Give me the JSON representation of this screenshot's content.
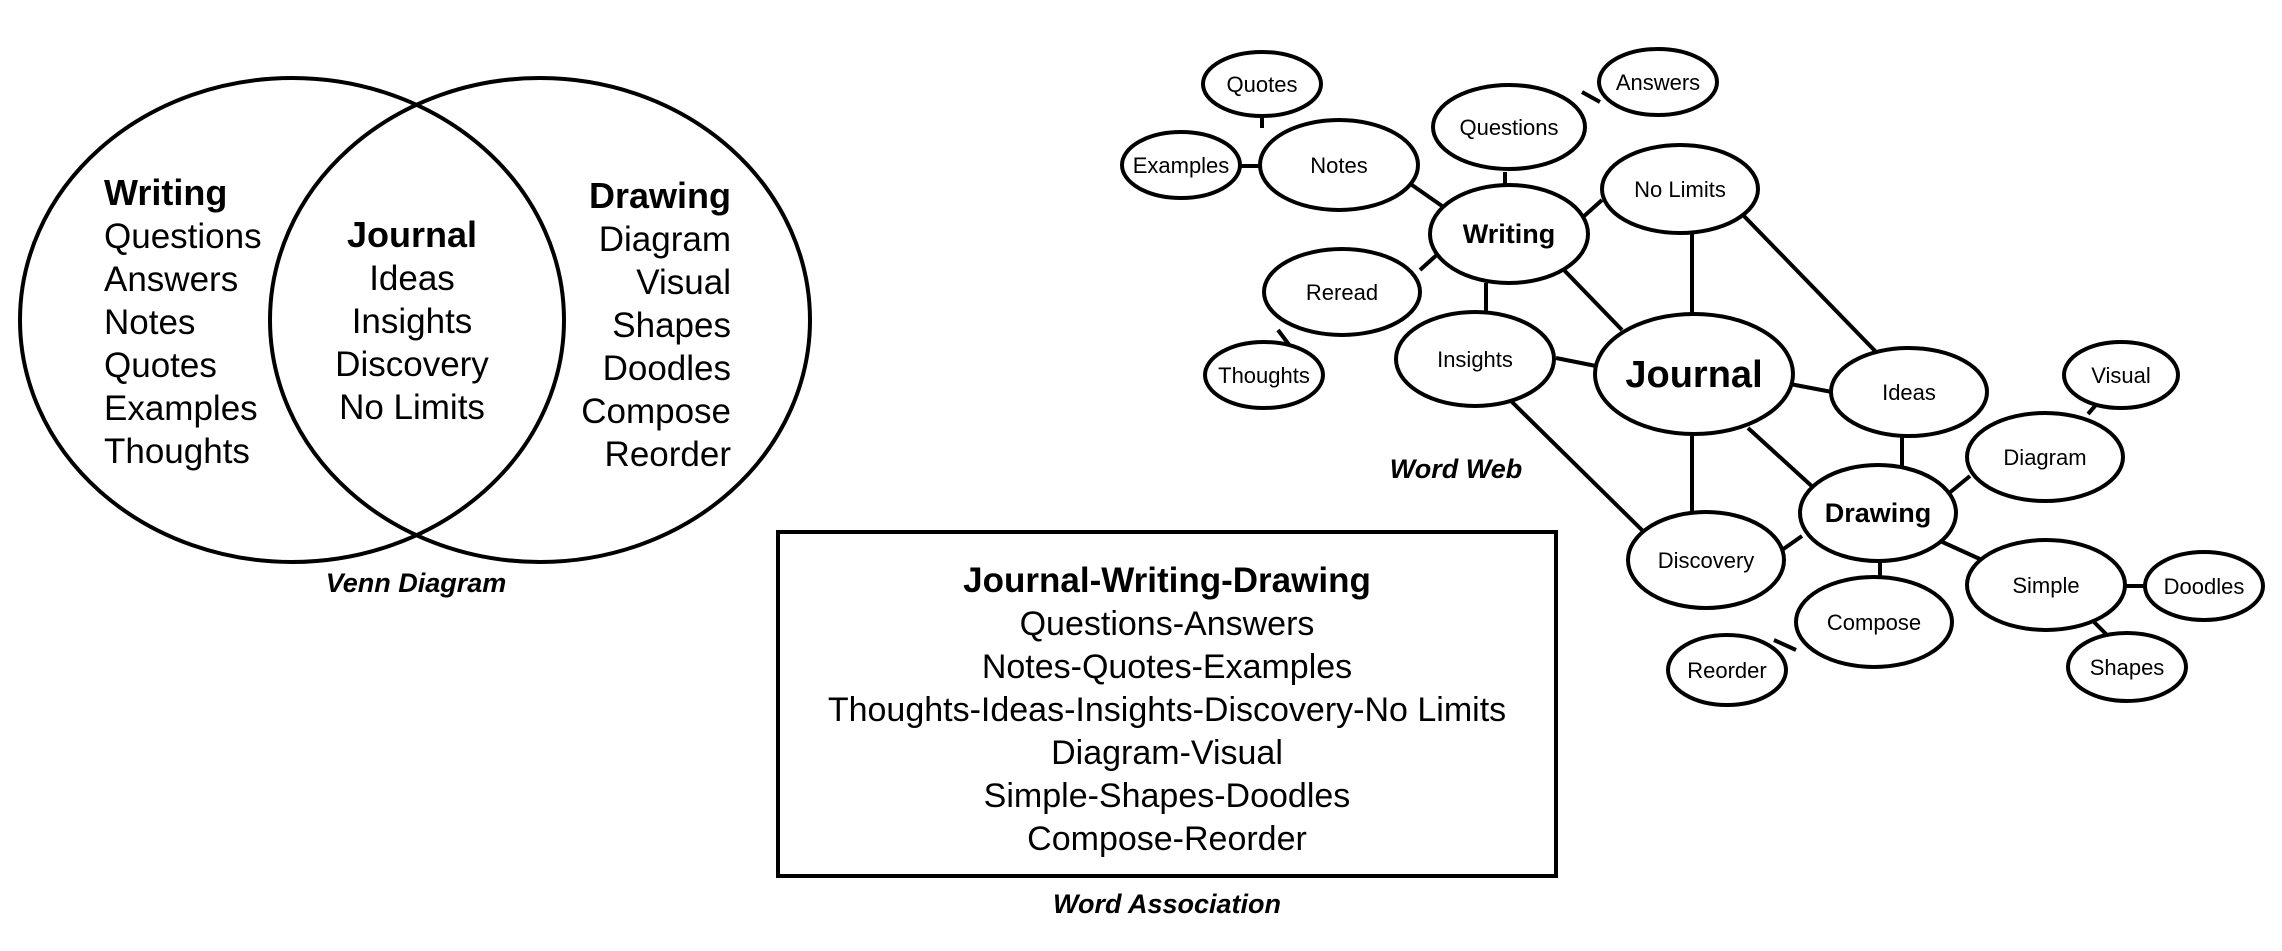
{
  "venn": {
    "left": {
      "title": "Writing",
      "items": [
        "Questions",
        "Answers",
        "Notes",
        "Quotes",
        "Examples",
        "Thoughts"
      ]
    },
    "center": {
      "title": "Journal",
      "items": [
        "Ideas",
        "Insights",
        "Discovery",
        "No Limits"
      ]
    },
    "right": {
      "title": "Drawing",
      "items": [
        "Diagram",
        "Visual",
        "Shapes",
        "Doodles",
        "Compose",
        "Reorder"
      ]
    },
    "caption": "Venn Diagram"
  },
  "association": {
    "title": "Journal-Writing-Drawing",
    "lines": [
      "Questions-Answers",
      "Notes-Quotes-Examples",
      "Thoughts-Ideas-Insights-Discovery-No Limits",
      "Diagram-Visual",
      "Simple-Shapes-Doodles",
      "Compose-Reorder"
    ],
    "caption": "Word Association"
  },
  "web": {
    "caption": "Word Web",
    "nodes": {
      "journal": "Journal",
      "writing": "Writing",
      "drawing": "Drawing",
      "quotes": "Quotes",
      "answers": "Answers",
      "questions": "Questions",
      "examples": "Examples",
      "notes": "Notes",
      "no_limits": "No Limits",
      "reread": "Reread",
      "thoughts": "Thoughts",
      "insights": "Insights",
      "ideas": "Ideas",
      "visual": "Visual",
      "diagram": "Diagram",
      "discovery": "Discovery",
      "simple": "Simple",
      "doodles": "Doodles",
      "compose": "Compose",
      "reorder": "Reorder",
      "shapes": "Shapes"
    }
  }
}
